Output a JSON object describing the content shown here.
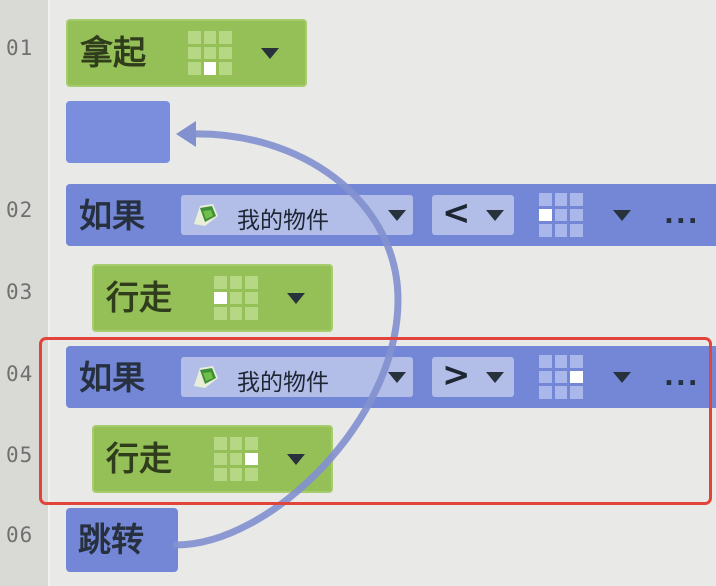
{
  "line_numbers": [
    "01",
    "02",
    "03",
    "04",
    "05",
    "06"
  ],
  "palette": {
    "command_block": "#95bf57",
    "condition_block": "#7387d6",
    "selection_outline": "#e0443a",
    "jump_arrow": "#8290cf"
  },
  "program": {
    "pickup": {
      "keyword": "拿起",
      "tile_selector": {
        "highlighted_cell": "bottom-middle"
      }
    },
    "jump_target": {
      "label": ""
    },
    "if1": {
      "keyword": "如果",
      "subject": "我的物件",
      "subject_icon": "object-icon",
      "operator": "<",
      "tile_selector": {
        "highlighted_cell": "middle-left"
      },
      "more": "..."
    },
    "walk1": {
      "keyword": "行走",
      "tile_selector": {
        "highlighted_cell": "middle-left"
      }
    },
    "if2": {
      "keyword": "如果",
      "subject": "我的物件",
      "subject_icon": "object-icon",
      "operator": ">",
      "tile_selector": {
        "highlighted_cell": "middle-right"
      },
      "more": "..."
    },
    "walk2": {
      "keyword": "行走",
      "tile_selector": {
        "highlighted_cell": "middle-right"
      }
    },
    "jump": {
      "keyword": "跳转"
    }
  },
  "highlight": {
    "type": "selection-box",
    "covers_lines": [
      "04",
      "05"
    ]
  }
}
